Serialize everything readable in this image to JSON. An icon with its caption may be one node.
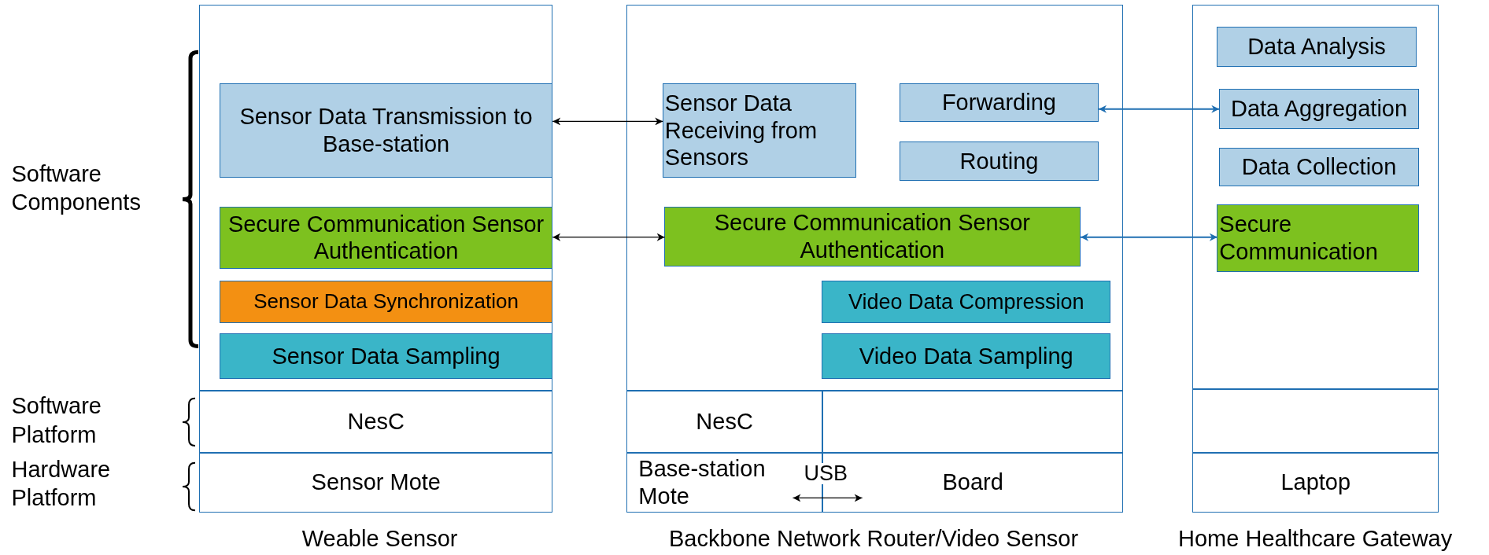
{
  "diagram": {
    "nodes": [
      {
        "text": [],
        "shape": "box"
      },
      {
        "text": [
          "Sensor Data Transmission to Base-station"
        ],
        "in": 0
      },
      {
        "text": [
          "Secure Communication Sensor Authentication"
        ],
        "in": 0
      },
      {
        "text": [
          "Sensor Data Synchronization"
        ],
        "in": 0
      },
      {
        "text": [
          "Sensor Data Sampling"
        ],
        "in": 0
      },
      {
        "text": [
          "NesC"
        ]
      },
      {
        "text": [
          "Sensor Mote"
        ]
      },
      {
        "text": [],
        "shape": "box"
      },
      {
        "text": [
          "Sensor Data Receiving from Sensors"
        ],
        "in": 7
      },
      {
        "text": [
          "Forwarding"
        ],
        "in": 7
      },
      {
        "text": [
          "Routing"
        ],
        "in": 7
      },
      {
        "text": [
          "Secure Communication Sensor Authentication"
        ],
        "in": 7
      },
      {
        "text": [
          "Video Data Compression"
        ],
        "in": 7
      },
      {
        "text": [
          "Video Data Sampling"
        ],
        "in": 7
      },
      {
        "text": [
          "NesC"
        ]
      },
      {
        "text": [],
        "shape": "box"
      },
      {
        "text": [
          "Base-station Mote"
        ]
      },
      {
        "text": [
          "Board"
        ]
      },
      {
        "text": [],
        "shape": "box"
      },
      {
        "text": [
          "Data Analysis"
        ],
        "in": 18
      },
      {
        "text": [
          "Data Aggregation"
        ],
        "in": 18
      },
      {
        "text": [
          "Data Collection"
        ],
        "in": 18
      },
      {
        "text": [
          "Secure Communication"
        ],
        "in": 18
      },
      {
        "text": [],
        "shape": "box"
      },
      {
        "text": [
          "Laptop"
        ]
      }
    ],
    "edges": [
      {
        "from": 1,
        "to": 8,
        "arrow": "both"
      },
      {
        "from": 2,
        "to": 11,
        "arrow": "both"
      },
      {
        "from": 9,
        "to": 20,
        "arrow": "both",
        "color": "#1f6fb2"
      },
      {
        "from": 11,
        "to": 22,
        "arrow": "both",
        "color": "#1f6fb2"
      },
      {
        "from": 16,
        "to": 17,
        "arrow": "both",
        "label": "USB"
      }
    ],
    "labels": [
      "Software Components",
      "Software Platform",
      "Hardware Platform",
      "Weable Sensor",
      "Backbone Network Router/Video Sensor",
      "Home Healthcare Gateway"
    ]
  }
}
